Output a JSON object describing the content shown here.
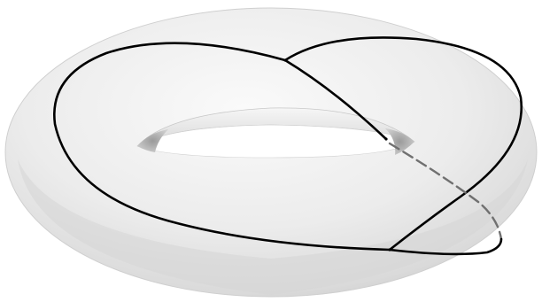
{
  "figure": {
    "subject": "torus-with-curve",
    "colors": {
      "background": "#ffffff",
      "surface_light": "#f4f4f4",
      "surface_mid": "#e2e2e2",
      "surface_shadow": "#bdbdbd",
      "hole_shadow": "#8f8f8f",
      "curve_visible": "#000000",
      "curve_hidden": "#707070"
    },
    "curve": {
      "visible_segments": 4,
      "hidden_segments": 1,
      "hidden_style": "dashed",
      "crossing_points": 3
    }
  }
}
